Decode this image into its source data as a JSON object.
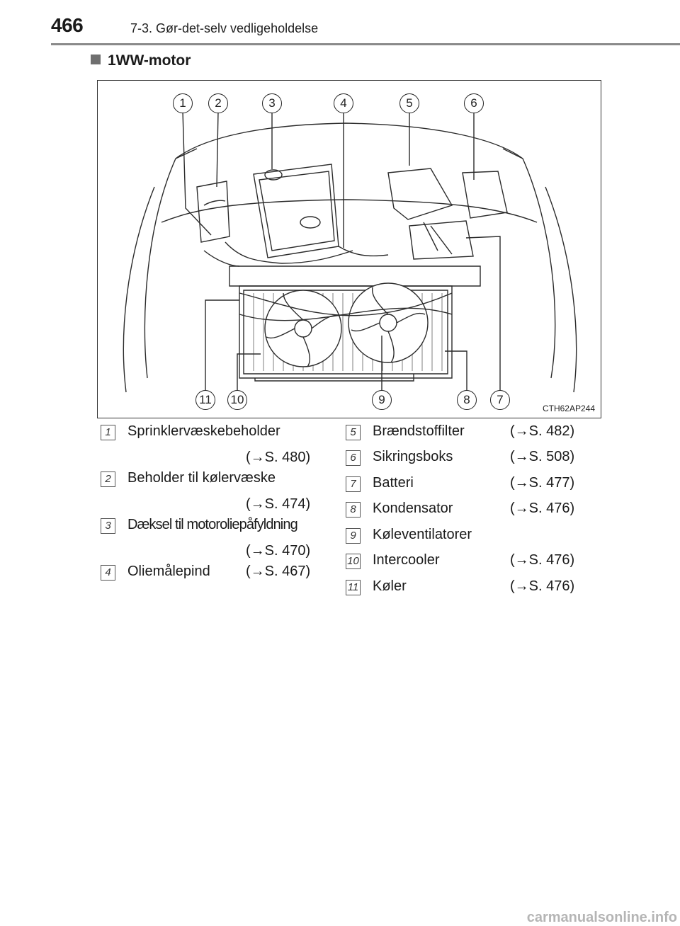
{
  "header": {
    "page_number": "466",
    "chapter": "7-3. Gør-det-selv vedligeholdelse"
  },
  "section": {
    "title": "1WW-motor"
  },
  "figure": {
    "code": "CTH62AP244",
    "callouts": [
      "1",
      "2",
      "3",
      "4",
      "5",
      "6",
      "7",
      "8",
      "9",
      "10",
      "11"
    ]
  },
  "legend": {
    "left": [
      {
        "num": "1",
        "label": "Sprinklervæskebeholder",
        "ref": "(→S. 480)"
      },
      {
        "num": "2",
        "label": "Beholder til kølervæske",
        "ref": "(→S. 474)"
      },
      {
        "num": "3",
        "label": "Dæksel til motoroliepåfyldning",
        "ref": "(→S. 470)"
      },
      {
        "num": "4",
        "label": "Oliemålepind",
        "ref": "(→S. 467)"
      }
    ],
    "right": [
      {
        "num": "5",
        "label": "Brændstoffilter",
        "ref": "(→S. 482)"
      },
      {
        "num": "6",
        "label": "Sikringsboks",
        "ref": "(→S. 508)"
      },
      {
        "num": "7",
        "label": "Batteri",
        "ref": "(→S. 477)"
      },
      {
        "num": "8",
        "label": "Kondensator",
        "ref": "(→S. 476)"
      },
      {
        "num": "9",
        "label": "Køleventilatorer",
        "ref": ""
      },
      {
        "num": "10",
        "label": "Intercooler",
        "ref": "(→S. 476)"
      },
      {
        "num": "11",
        "label": "Køler",
        "ref": "(→S. 476)"
      }
    ]
  },
  "watermark": "carmanualsonline.info"
}
